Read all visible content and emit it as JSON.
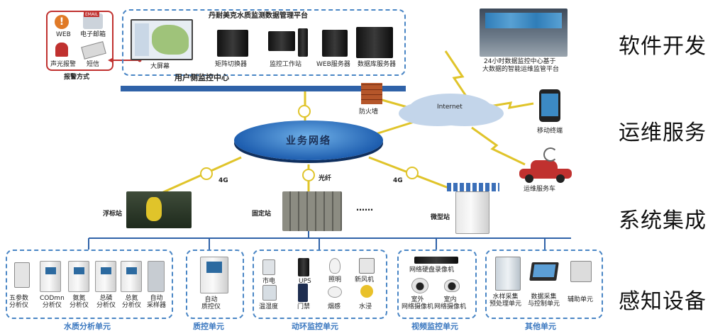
{
  "platform": {
    "title": "丹耐美克水质监测数据管理平台",
    "devices": [
      "大屏幕",
      "矩阵切换器",
      "监控工作站",
      "WEB服务器",
      "数据库服务器"
    ]
  },
  "alarm": {
    "items": [
      "WEB",
      "电子邮箱",
      "声光报警",
      "短信"
    ],
    "title": "报警方式",
    "email_badge": "EMAIL"
  },
  "user_center": "用户侧监控中心",
  "firewall": "防火墙",
  "internet": "Internet",
  "data_center": {
    "line1": "24小时数据监控中心基于",
    "line2": "大数据的智能运维监管平台"
  },
  "mobile": "移动终端",
  "service_car": "运维服务车",
  "network": "业务网络",
  "links": {
    "left": "4G",
    "mid": "光纤",
    "right": "4G"
  },
  "stations": {
    "buoy": "浮标站",
    "fixed": "固定站",
    "dots": "……",
    "micro": "微型站"
  },
  "layers": [
    "软件开发",
    "运维服务",
    "系统集成",
    "感知设备"
  ],
  "units": {
    "water": {
      "title": "水质分析单元",
      "items": [
        "五参数\n分析仪",
        "CODmn\n分析仪",
        "氨氮\n分析仪",
        "总磷\n分析仪",
        "总氮\n分析仪",
        "自动\n采样器"
      ]
    },
    "qc": {
      "title": "质控单元",
      "items": [
        "自动\n质控仪"
      ]
    },
    "env": {
      "title": "动环监控单元",
      "items": [
        "市电",
        "UPS",
        "照明",
        "新风机",
        "温湿度",
        "门禁",
        "烟感",
        "水浸"
      ]
    },
    "video": {
      "title": "视频监控单元",
      "items": [
        "网络硬盘录像机",
        "室外\n网络摄像机",
        "室内\n网络摄像机"
      ]
    },
    "other": {
      "title": "其他单元",
      "items": [
        "水样采集\n预处理单元",
        "数据采集\n与控制单元",
        "辅助单元"
      ]
    }
  }
}
